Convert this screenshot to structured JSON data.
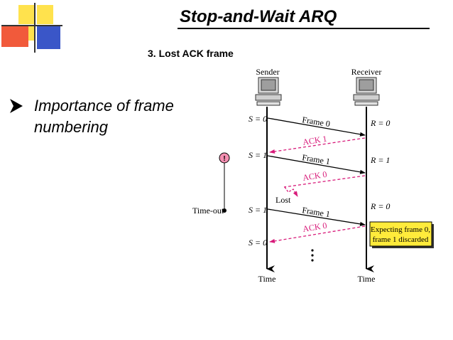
{
  "slide": {
    "title": "Stop-and-Wait ARQ",
    "subtitle": "3. Lost ACK frame",
    "bullet": "Importance of frame numbering"
  },
  "diagram": {
    "sender_label": "Sender",
    "receiver_label": "Receiver",
    "time_left": "Time",
    "time_right": "Time",
    "timeout_label": "Time-out",
    "timer_glyph": "!",
    "lost_label": "Lost",
    "ellipsis": "⋮",
    "sender_states": [
      "S = 0",
      "S = 1",
      "S = 1",
      "S = 0"
    ],
    "receiver_states": [
      "R = 0",
      "R = 1",
      "R = 0"
    ],
    "frames": [
      "Frame 0",
      "Frame 1",
      "Frame 1"
    ],
    "acks": [
      "ACK 1",
      "ACK 0",
      "ACK 0"
    ],
    "note_line1": "Expecting frame 0,",
    "note_line2": "frame 1 discarded",
    "colors": {
      "ack": "#d81b7a",
      "frame": "#000000",
      "note_bg": "#ffeb3b",
      "timer_fill": "#f48fb1"
    }
  }
}
